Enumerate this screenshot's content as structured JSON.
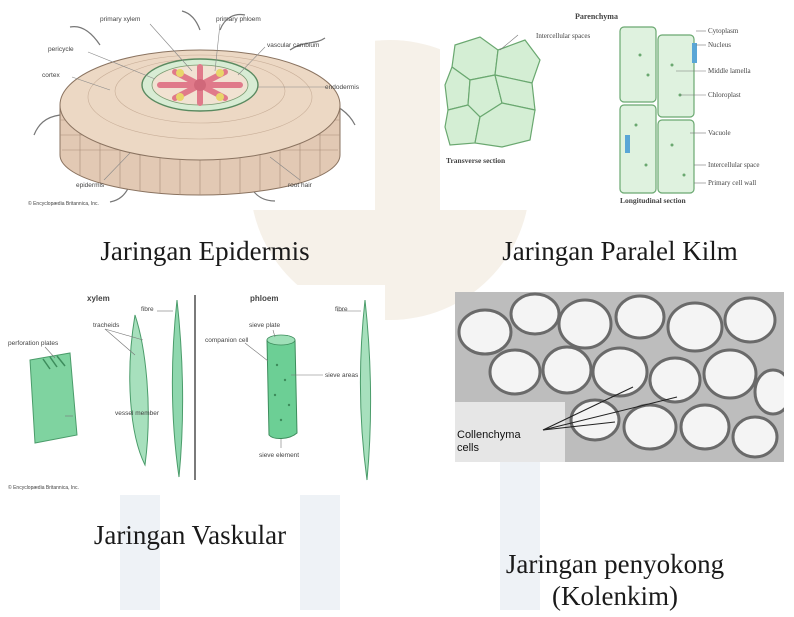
{
  "captions": {
    "epidermis": "Jaringan Epidermis",
    "paralel": "Jaringan Paralel Kilm",
    "vaskular": "Jaringan Vaskular",
    "penyokong_line1": "Jaringan penyokong",
    "penyokong_line2": "(Kolenkim)"
  },
  "root_diagram": {
    "labels": {
      "primary_xylem": "primary xylem",
      "primary_phloem": "primary phloem",
      "pericycle": "pericycle",
      "vascular_cambium": "vascular cambium",
      "cortex": "cortex",
      "endodermis": "endodermis",
      "epidermis": "epidermis",
      "root_hair": "root hair"
    },
    "credit": "© Encyclopædia Britannica, Inc."
  },
  "parenchyma_diagram": {
    "title": "Parenchyma",
    "labels": {
      "intercellular_spaces": "Intercellular spaces",
      "cytoplasm": "Cytoplasm",
      "nucleus": "Nucleus",
      "middle_lamella": "Middle lamella",
      "chloroplast": "Chloroplast",
      "vacuole": "Vacuole",
      "intercellular_space": "Intercellular space",
      "primary_cell_wall": "Primary cell wall",
      "transverse_section": "Transverse section",
      "longitudinal_section": "Longitudinal section"
    }
  },
  "vascular_diagram": {
    "labels": {
      "xylem": "xylem",
      "phloem": "phloem",
      "fibre_left": "fibre",
      "fibre_right": "fibre",
      "tracheids": "tracheids",
      "perforation_plates": "perforation plates",
      "vessel_member": "vessel member",
      "sieve_plate": "sieve plate",
      "companion_cell": "companion cell",
      "sieve_areas": "sieve areas",
      "sieve_element": "sieve element"
    },
    "credit": "© Encyclopædia Britannica, Inc."
  },
  "collenchyma_photo": {
    "label_line1": "Collenchyma",
    "label_line2": "cells"
  }
}
